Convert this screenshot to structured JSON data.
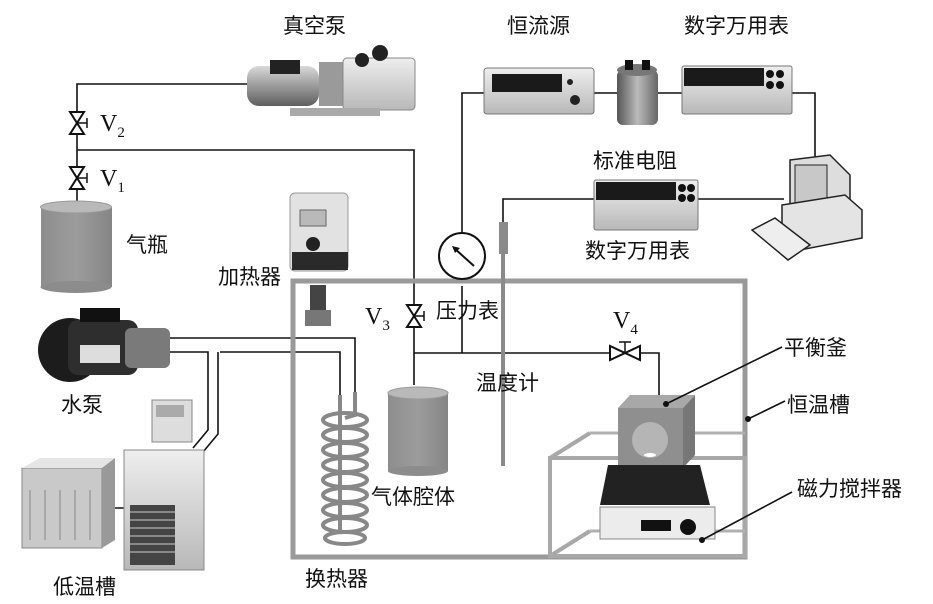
{
  "figure": {
    "type": "experimental apparatus schematic",
    "labels": {
      "vacuum_pump": "真空泵",
      "current_source": "恒流源",
      "multimeter_top": "数字万用表",
      "standard_resistor": "标准电阻",
      "multimeter_mid": "数字万用表",
      "gas_cylinder": "气瓶",
      "heater": "加热器",
      "pressure_gauge": "压力表",
      "thermometer": "温度计",
      "water_pump": "水泵",
      "low_temp_bath": "低温槽",
      "heat_exchanger": "换热器",
      "gas_chamber": "气体腔体",
      "equilibrium_cell": "平衡釜",
      "thermostatic_bath": "恒温槽",
      "magnetic_stirrer": "磁力搅拌器"
    },
    "valves": [
      {
        "id": "V2",
        "letter": "V",
        "sub": "2"
      },
      {
        "id": "V1",
        "letter": "V",
        "sub": "1"
      },
      {
        "id": "V3",
        "letter": "V",
        "sub": "3"
      },
      {
        "id": "V4",
        "letter": "V",
        "sub": "4"
      }
    ]
  }
}
